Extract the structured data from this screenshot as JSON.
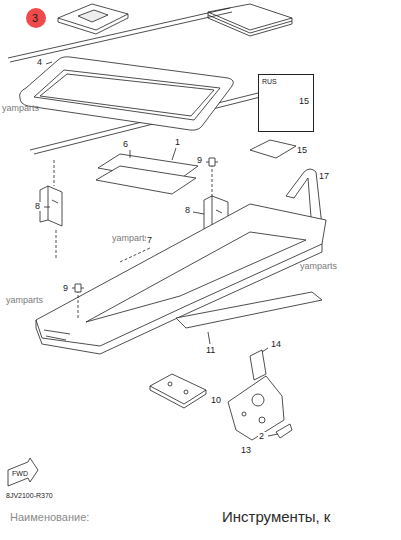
{
  "diagram": {
    "nodes": [
      {
        "text": [
          "RUS",
          "15"
        ]
      }
    ],
    "labels": [
      "3",
      "4",
      "6",
      "1",
      "9",
      "15",
      "yamparts",
      "8",
      "8",
      "17",
      "yamparts",
      "7",
      "yamparts",
      "9",
      "yamparts",
      "11",
      "14",
      "10",
      "13",
      "2",
      "FWD",
      "8JV2100-R370",
      "Наименование:",
      "Инструменты, к"
    ]
  }
}
